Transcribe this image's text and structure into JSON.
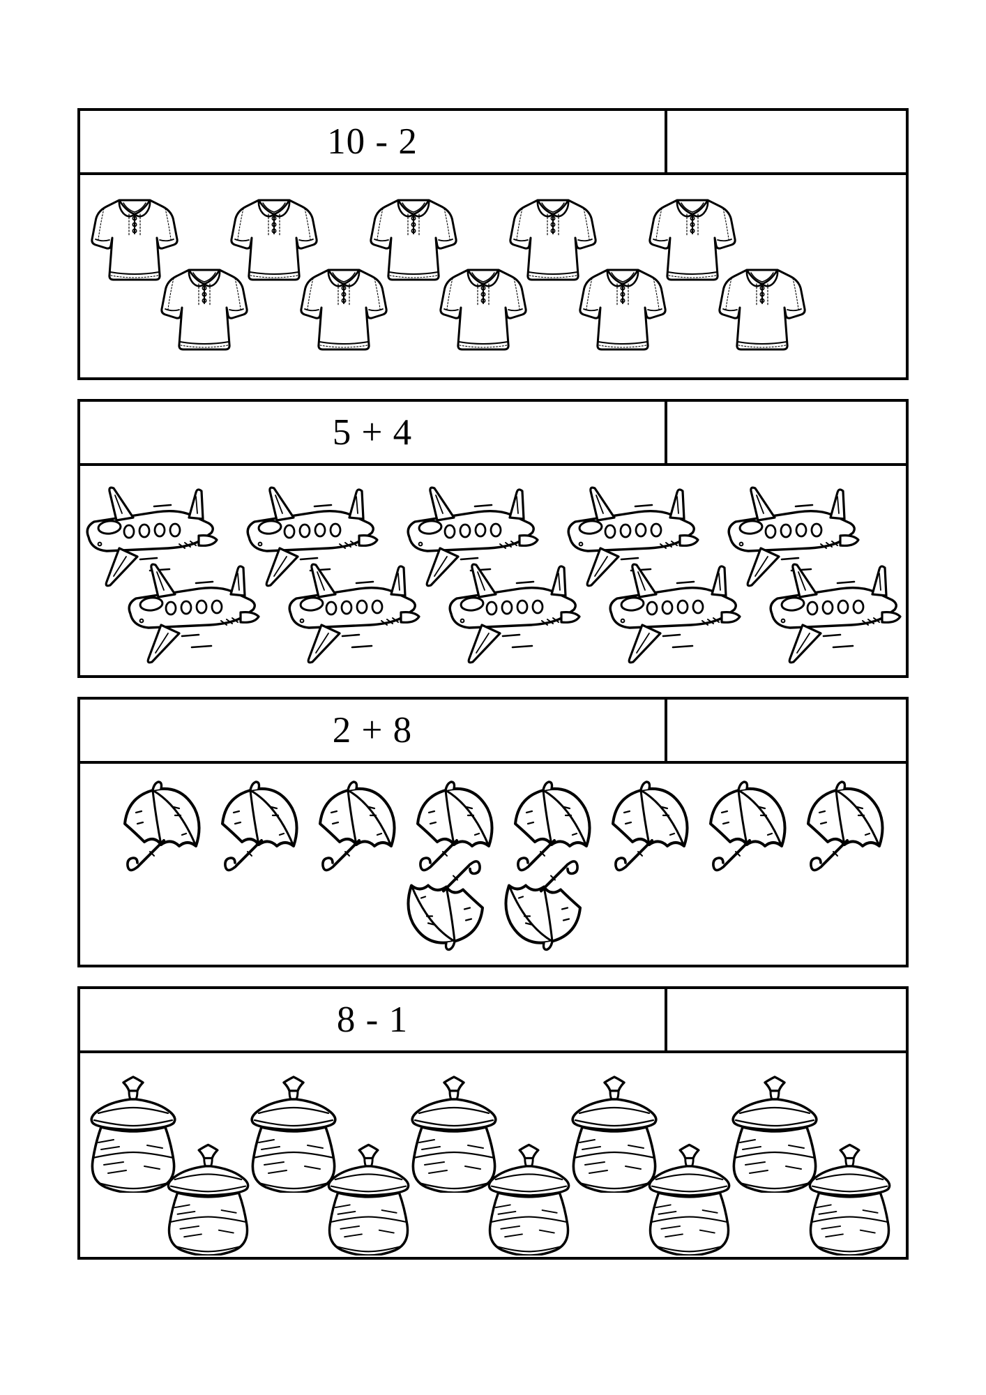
{
  "document": {
    "type": "math-counting-worksheet",
    "page_background": "#ffffff",
    "ink_color": "#000000",
    "problem_count": 4
  },
  "problems": [
    {
      "id": "problem-1",
      "equation": "10 - 2",
      "operand_left": "10",
      "operator": "-",
      "operand_right": "2",
      "answer": "",
      "answer_placeholder": "",
      "icon": "polo-shirt-icon",
      "icon_label": "polo shirt",
      "object_count": 10,
      "row_counts": [
        5,
        5
      ],
      "layout": "two-rows-offset"
    },
    {
      "id": "problem-2",
      "equation": "5 + 4",
      "operand_left": "5",
      "operator": "+",
      "operand_right": "4",
      "answer": "",
      "answer_placeholder": "",
      "icon": "airplane-icon",
      "icon_label": "airplane",
      "object_count": 10,
      "row_counts": [
        5,
        5
      ],
      "layout": "two-rows-offset"
    },
    {
      "id": "problem-3",
      "equation": "2 + 8",
      "operand_left": "2",
      "operator": "+",
      "operand_right": "8",
      "answer": "",
      "answer_placeholder": "",
      "icon": "umbrella-icon",
      "icon_label": "umbrella",
      "object_count": 10,
      "row_counts": [
        8,
        2
      ],
      "layout": "eight-top-two-below-inverted"
    },
    {
      "id": "problem-4",
      "equation": "8 - 1",
      "operand_left": "8",
      "operator": "-",
      "operand_right": "1",
      "answer": "",
      "answer_placeholder": "",
      "icon": "pot-with-lid-icon",
      "icon_label": "lidded pot",
      "object_count": 10,
      "row_counts": [
        5,
        5
      ],
      "layout": "two-rows-offset"
    }
  ]
}
